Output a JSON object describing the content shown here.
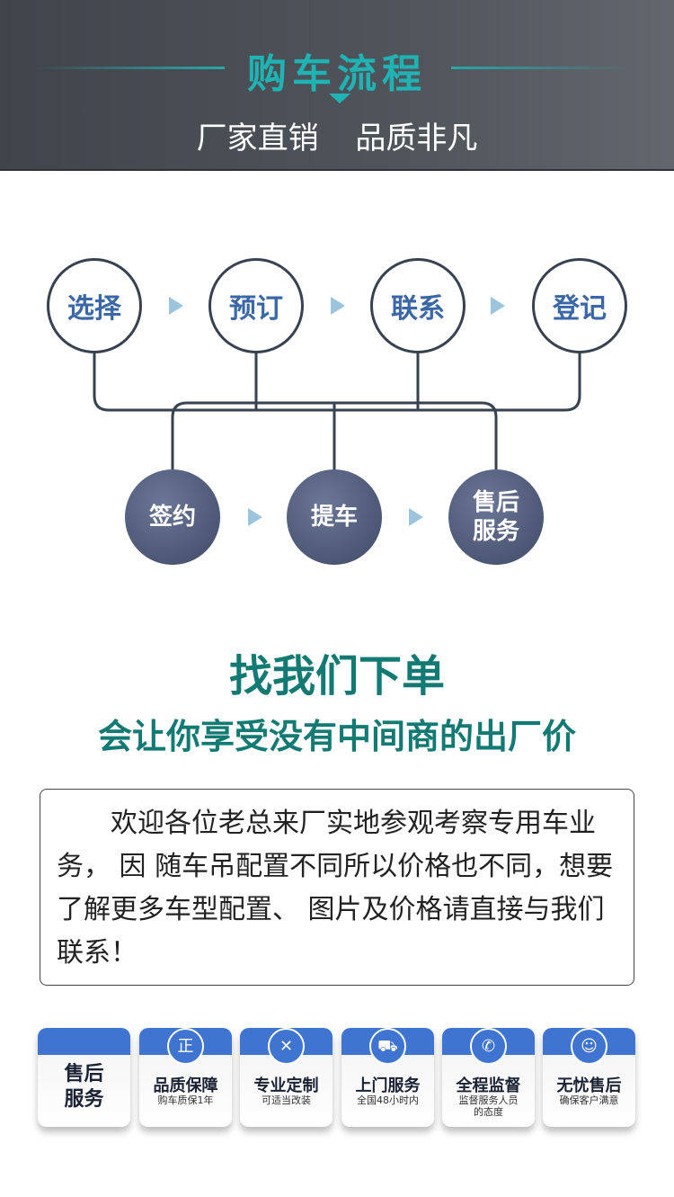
{
  "header": {
    "title": "购车流程",
    "subtitle": "厂家直销 品质非凡"
  },
  "flow": {
    "top_steps": [
      "选择",
      "预订",
      "联系",
      "登记"
    ],
    "bottom_steps": [
      "签约",
      "提车",
      "售后\n服务"
    ]
  },
  "headline": {
    "line1": "找我们下单",
    "line2": "会让你享受没有中间商的出厂价"
  },
  "notice": "欢迎各位老总来厂实地参观考察专用车业务， 因 随车吊配置不同所以价格也不同，想要了解更多车型配置、 图片及价格请直接与我们联系！",
  "services": [
    {
      "title": "售后\n服务",
      "sub": "",
      "icon": ""
    },
    {
      "title": "品质保障",
      "sub": "购车质保1年",
      "icon": "shield-icon"
    },
    {
      "title": "专业定制",
      "sub": "可适当改装",
      "icon": "tools-icon"
    },
    {
      "title": "上门服务",
      "sub": "全国48小时内",
      "icon": "truck-icon"
    },
    {
      "title": "全程监督",
      "sub": "监督服务人员的态度",
      "icon": "phone-icon"
    },
    {
      "title": "无忧售后",
      "sub": "确保客户满意",
      "icon": "agent-icon"
    }
  ],
  "colors": {
    "teal": "#1fb3b3",
    "dark_teal": "#137a73",
    "blue": "#3f74d0"
  }
}
